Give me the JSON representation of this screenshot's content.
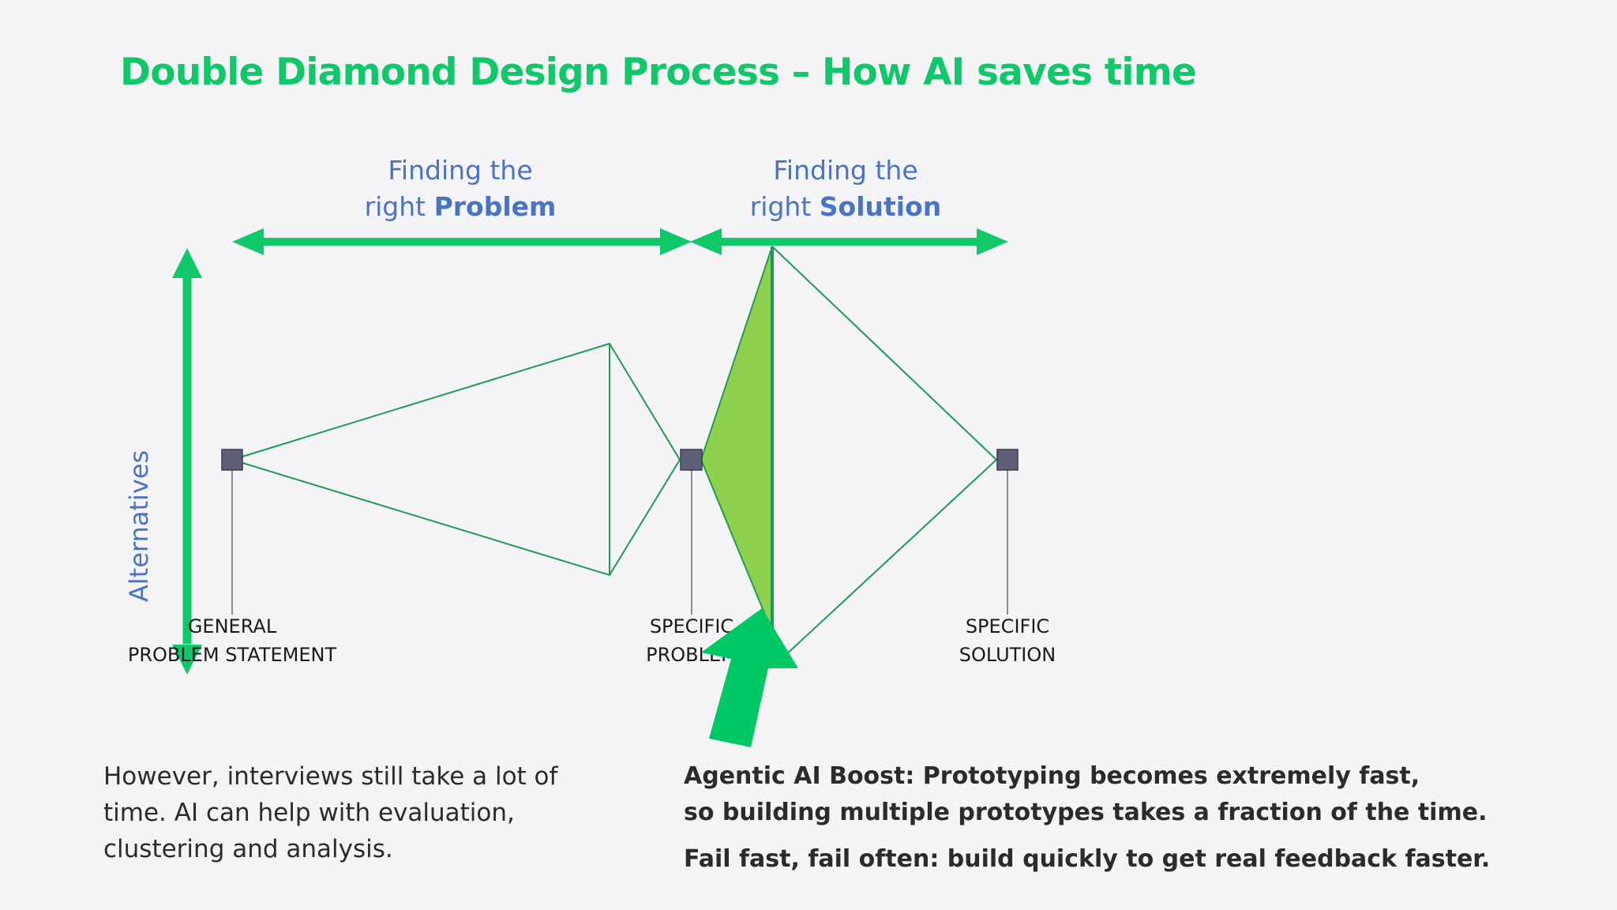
{
  "title": "Double Diamond Design Process – How AI saves time",
  "phases": {
    "problem": {
      "line1": "Finding the",
      "prefix": "right ",
      "bold": "Problem"
    },
    "solution": {
      "line1": "Finding the",
      "prefix": "right ",
      "bold": "Solution"
    }
  },
  "axis_label": "Alternatives",
  "nodes": {
    "general": {
      "line1": "GENERAL",
      "line2": "PROBLEM STATEMENT"
    },
    "specific_problem": {
      "line1": "SPECIFIC",
      "line2": "PROBLEM"
    },
    "specific_solution": {
      "line1": "SPECIFIC",
      "line2": "SOLUTION"
    }
  },
  "note_left": "However, interviews still take a lot of time. AI can help with evaluation, clustering and analysis.",
  "boost": {
    "line1": "Agentic AI Boost: Prototyping becomes extremely fast,",
    "line2": "so building multiple prototypes takes a fraction of the time.",
    "line3": "Fail fast, fail often: build quickly to get real feedback faster."
  },
  "colors": {
    "accent_green": "#10c86a",
    "diamond_line": "#1e9a52",
    "highlight_fill": "#8fd14f",
    "label_blue": "#4a73c4",
    "node_fill": "#5e5f78"
  }
}
